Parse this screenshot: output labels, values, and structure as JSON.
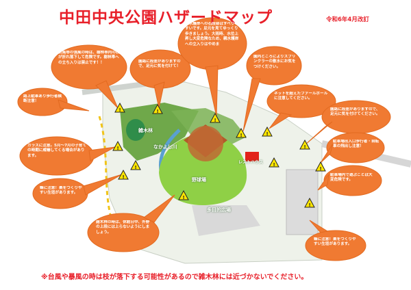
{
  "header": {
    "title": "中田中央公園ハザードマップ",
    "revised": "令和6年4月改訂"
  },
  "footer_note": "※台風や暴風の時は枝が落下する可能性があるので雑木林には近づかないでください。",
  "map_labels": {
    "zoki": "雑木林",
    "suiro": "なかよし川",
    "yakyujo": "野球場",
    "rest": "レストハウス",
    "tamokuteki": "多目的広場"
  },
  "callouts": [
    {
      "id": "typhoon",
      "text": "台風等の強風の時は、樹林帯内の枝が折れ落下して危険です。樹林帯への立ち入りは禁止です！！"
    },
    {
      "id": "slope",
      "text": "園路に段差がありますので、足元に気を付けて！"
    },
    {
      "id": "waterfront",
      "text": "親水護岸への石段部はすべりやすいです。足元を見てゆっくり歩きましょう。大雨時、水位上昇し大変危険なため、親水護岸への立入りはやめま"
    },
    {
      "id": "sprinkler",
      "text": "園内ところによりスプリンクラーの散水にお気をつけください。"
    },
    {
      "id": "parking_road",
      "text": "路上駐車あり歩行者横断注意！"
    },
    {
      "id": "foul",
      "text": "ネットを超えたファールボールに注意してください。"
    },
    {
      "id": "path_step",
      "text": "園路に段差がありますので、足元に気を付けてください。"
    },
    {
      "id": "crow",
      "text": "カラスに注意。5月〜7月の子育ての時期に威嚇してくる場合があります。"
    },
    {
      "id": "parking_exit",
      "text": "駐車場出入口歩行者・自転車の飛出し注意！"
    },
    {
      "id": "bees1",
      "text": "蜂に注意！巣をつくりやすい生垣があります。"
    },
    {
      "id": "parking_play",
      "text": "駐車場内で遊ぶことは大変危険です。"
    },
    {
      "id": "festival",
      "text": "雑木林の時は、休館日中、外野の上段には上らないようにしましょう。"
    },
    {
      "id": "bees2",
      "text": "蜂に注意！巣をつくりやすい生垣があります。"
    }
  ]
}
